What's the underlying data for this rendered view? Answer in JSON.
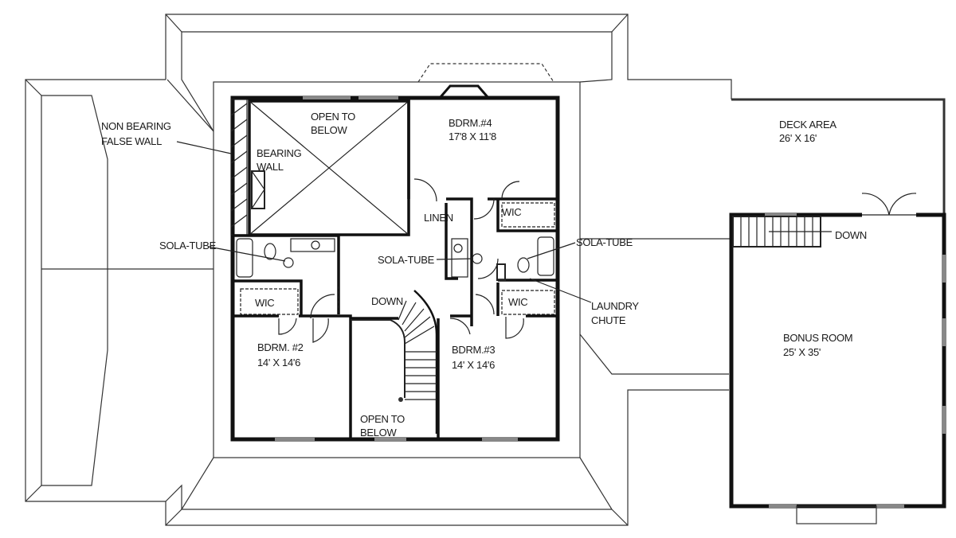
{
  "plan": {
    "labels": {
      "non_bearing_1": "NON BEARING",
      "non_bearing_2": "FALSE WALL",
      "open_top_1": "OPEN TO",
      "open_top_2": "BELOW",
      "bearing_1": "BEARING",
      "bearing_2": "WALL",
      "bdrm4_name": "BDRM.#4",
      "bdrm4_size": "17'8 X 11'8",
      "linen": "LINEN",
      "wic_right_top": "WIC",
      "wic_left": "WIC",
      "wic_right_bottom": "WIC",
      "sola_left": "SOLA-TUBE",
      "sola_center": "SOLA-TUBE",
      "sola_right": "SOLA-TUBE",
      "down_stair": "DOWN",
      "laundry_1": "LAUNDRY",
      "laundry_2": "CHUTE",
      "bdrm2_name": "BDRM. #2",
      "bdrm2_size": "14' X 14'6",
      "bdrm3_name": "BDRM.#3",
      "bdrm3_size": "14' X 14'6",
      "open_bottom_1": "OPEN TO",
      "open_bottom_2": "BELOW",
      "deck_name": "DECK AREA",
      "deck_size": "26' X 16'",
      "down_deck": "DOWN",
      "bonus_name": "BONUS ROOM",
      "bonus_size": "25' X 35'"
    }
  }
}
